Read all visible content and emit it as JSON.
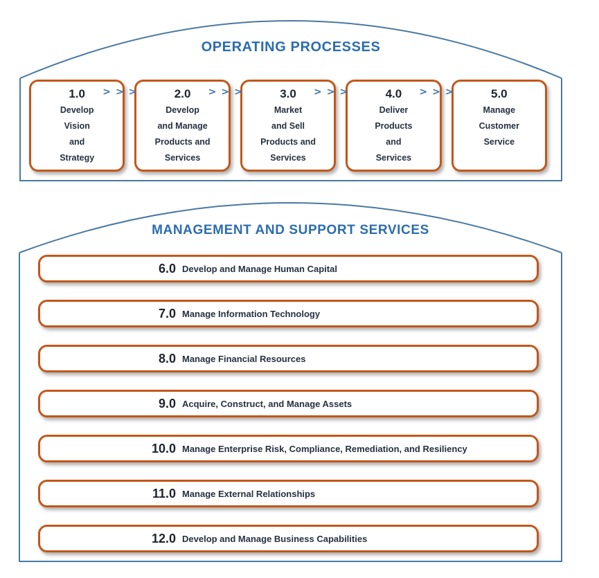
{
  "colors": {
    "accent_orange": "#C2571A",
    "frame_line_blue": "#4779A3",
    "title_blue": "#2B6CB0",
    "chevron_blue": "#3B74A8",
    "text_dark": "#273040"
  },
  "operating": {
    "title": "OPERATING PROCESSES",
    "chevron": ">",
    "boxes": [
      {
        "number": "1.0",
        "lines": [
          "Develop",
          "Vision",
          "and",
          "Strategy"
        ]
      },
      {
        "number": "2.0",
        "lines": [
          "Develop",
          "and Manage",
          "Products and",
          "Services"
        ]
      },
      {
        "number": "3.0",
        "lines": [
          "Market",
          "and Sell",
          "Products and",
          "Services"
        ]
      },
      {
        "number": "4.0",
        "lines": [
          "Deliver",
          "Products",
          "and",
          "Services"
        ]
      },
      {
        "number": "5.0",
        "lines": [
          "Manage",
          "Customer",
          "Service"
        ]
      }
    ]
  },
  "management": {
    "title": "MANAGEMENT AND SUPPORT SERVICES",
    "rows": [
      {
        "number": "6.0",
        "label": "Develop and Manage Human Capital"
      },
      {
        "number": "7.0",
        "label": "Manage Information Technology"
      },
      {
        "number": "8.0",
        "label": "Manage Financial Resources"
      },
      {
        "number": "9.0",
        "label": "Acquire, Construct, and Manage Assets"
      },
      {
        "number": "10.0",
        "label": "Manage Enterprise Risk, Compliance, Remediation, and Resiliency"
      },
      {
        "number": "11.0",
        "label": "Manage External Relationships"
      },
      {
        "number": "12.0",
        "label": "Develop and Manage Business Capabilities"
      }
    ]
  }
}
